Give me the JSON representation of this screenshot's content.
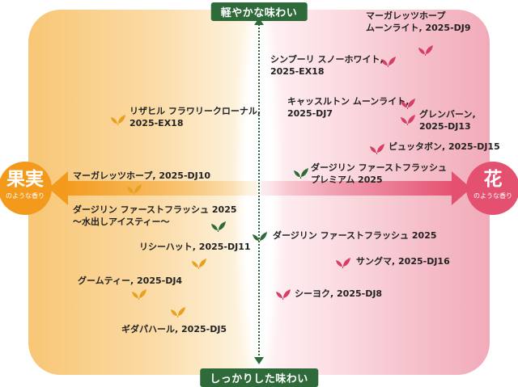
{
  "axes": {
    "top": "軽やかな味わい",
    "bottom": "しっかりした味わい",
    "left_main": "果実",
    "left_sub": "のような香り",
    "right_main": "花",
    "right_sub": "のような香り"
  },
  "colors": {
    "axis_green": "#2f6b3a",
    "fruit_orange": "#f39a1d",
    "flower_pink": "#e4506f",
    "leaf_orange": "#e8a020",
    "leaf_pink": "#d63e66",
    "leaf_green": "#2f6b3a"
  },
  "items": [
    {
      "lines": [
        "マーガレッツホープ",
        "ムーンライト, 2025-DJ9"
      ],
      "leaf": "pink"
    },
    {
      "lines": [
        "シンプーリ スノーホワイト,",
        "2025-EX18"
      ],
      "leaf": "pink"
    },
    {
      "lines": [
        "キャッスルトン ムーンライト,",
        "2025-DJ7"
      ],
      "leaf": "pink"
    },
    {
      "lines": [
        "グレンバーン,",
        "2025-DJ13"
      ],
      "leaf": "pink"
    },
    {
      "lines": [
        "ピュッタボン, 2025-DJ15"
      ],
      "leaf": "pink"
    },
    {
      "lines": [
        "ダージリン ファーストフラッシュ",
        "プレミアム 2025"
      ],
      "leaf": "green"
    },
    {
      "lines": [
        "リザヒル フラワリークローナル,",
        "2025-EX18"
      ],
      "leaf": "orange"
    },
    {
      "lines": [
        "マーガレッツホープ, 2025-DJ10"
      ],
      "leaf": "orange"
    },
    {
      "lines": [
        "ダージリン ファーストフラッシュ 2025",
        "～水出しアイスティー～"
      ],
      "leaf": "green"
    },
    {
      "lines": [
        "ダージリン ファーストフラッシュ 2025"
      ],
      "leaf": "green"
    },
    {
      "lines": [
        "リシーハット, 2025-DJ11"
      ],
      "leaf": "orange"
    },
    {
      "lines": [
        "サングマ, 2025-DJ16"
      ],
      "leaf": "pink"
    },
    {
      "lines": [
        "グームティー, 2025-DJ4"
      ],
      "leaf": "orange"
    },
    {
      "lines": [
        "シーヨク, 2025-DJ8"
      ],
      "leaf": "pink"
    },
    {
      "lines": [
        "ギダパハール, 2025-DJ5"
      ],
      "leaf": "orange"
    }
  ]
}
